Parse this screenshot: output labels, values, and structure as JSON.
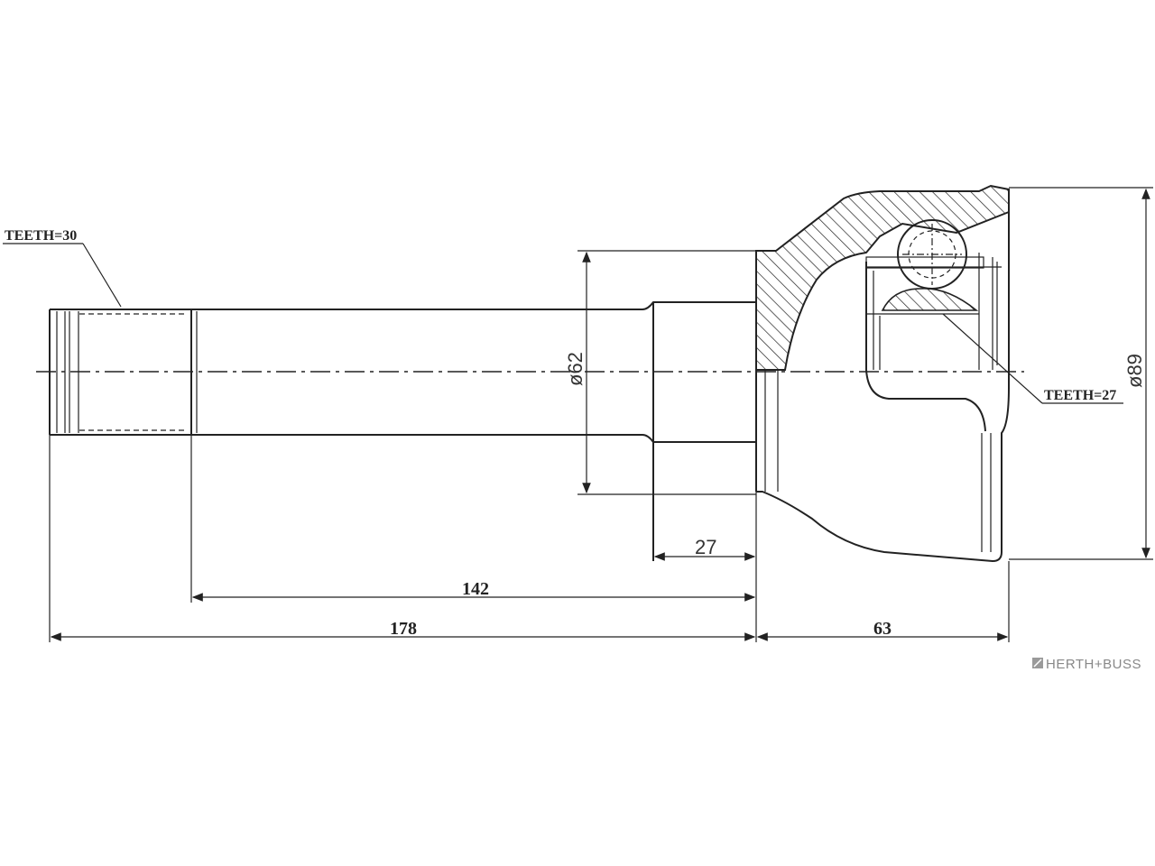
{
  "labels": {
    "teeth_left": "TEETH=30",
    "teeth_right": "TEETH=27"
  },
  "dimensions": {
    "d62": "ø62",
    "d89": "ø89",
    "len27": "27",
    "len142": "142",
    "len178": "178",
    "len63": "63"
  },
  "brand": {
    "name": "HERTH+BUSS",
    "logo_icon": "herth-buss-logo-icon"
  },
  "colors": {
    "line": "#222222",
    "brand": "#888888"
  }
}
